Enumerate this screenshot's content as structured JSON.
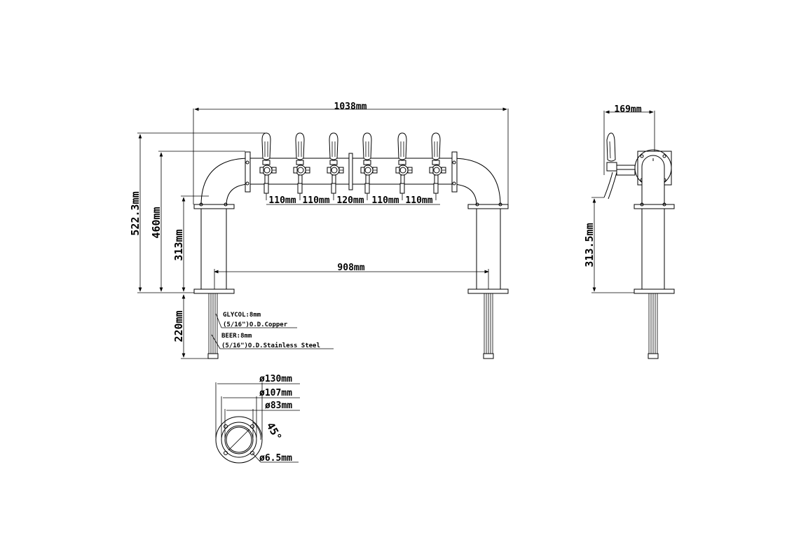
{
  "front_view": {
    "overall_width": "1038mm",
    "height_total": "522.3mm",
    "height_bar": "460mm",
    "height_column": "313mm",
    "base_span": "908mm",
    "below_counter": "220mm",
    "tap_spacing": [
      "110mm",
      "110mm",
      "120mm",
      "110mm",
      "110mm"
    ],
    "tap_count": 6
  },
  "side_view": {
    "depth": "169mm",
    "column_height": "313.5mm"
  },
  "tubing_notes": {
    "glycol_line1": "GLYCOL:8mm",
    "glycol_line2": "(5/16\")O.D.Copper",
    "beer_line1": "BEER:8mm",
    "beer_line2": "(5/16\")O.D.Stainless Steel"
  },
  "base_plate": {
    "outer_diameter": "ø130mm",
    "bolt_circle": "ø107mm",
    "inner_diameter": "ø83mm",
    "angle": "45°",
    "hole_diameter": "ø6.5mm"
  }
}
